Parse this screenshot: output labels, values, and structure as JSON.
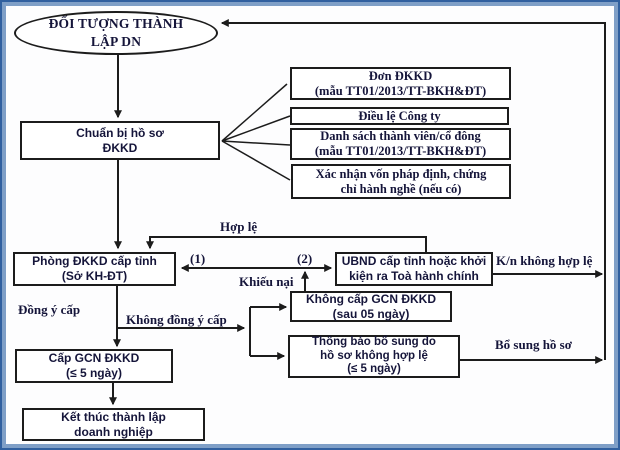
{
  "title": "Sơ đồ quy trình thành lập doanh nghiệp",
  "nodes": {
    "start": {
      "lines": [
        "ĐỐI TƯỢNG THÀNH",
        "LẬP DN"
      ]
    },
    "prepare": {
      "lines": [
        "Chuẩn bị hồ sơ",
        "ĐKKD"
      ]
    },
    "doc_don": {
      "lines": [
        "Đơn ĐKKD",
        "(mẫu TT01/2013/TT-BKH&ĐT)"
      ]
    },
    "doc_dieule": {
      "lines": [
        "Điều lệ Công ty"
      ]
    },
    "doc_danhsach": {
      "lines": [
        "Danh sách thành viên/cổ đông",
        "(mẫu TT01/2013/TT-BKH&ĐT)"
      ]
    },
    "doc_xacnhan": {
      "lines": [
        "Xác nhận vốn pháp định, chứng",
        "chỉ hành nghề (nếu có)"
      ]
    },
    "phong": {
      "lines": [
        "Phòng ĐKKD cấp tỉnh",
        "(Sở KH-ĐT)"
      ]
    },
    "ubnd": {
      "lines": [
        "UBND cấp tỉnh hoặc khởi",
        "kiện ra Toà hành chính"
      ]
    },
    "khong_cap": {
      "lines": [
        "Không cấp GCN ĐKKD",
        "(sau 05 ngày)"
      ]
    },
    "thong_bao": {
      "lines": [
        "Thông báo bổ sung do",
        "hồ sơ không hợp lệ",
        "(≤ 5 ngày)"
      ]
    },
    "cap_gcn": {
      "lines": [
        "Cấp GCN ĐKKD",
        "(≤ 5 ngày)"
      ]
    },
    "ket_thuc": {
      "lines": [
        "Kết thúc thành lập",
        "doanh nghiệp"
      ]
    }
  },
  "edge_labels": {
    "hop_le": "Hợp lệ",
    "marker_1": "(1)",
    "marker_2": "(2)",
    "khieu_nai": "Khiếu nại",
    "kn_khong_hop_le": "K/n không hợp lệ",
    "dong_y_cap": "Đồng ý cấp",
    "khong_dong_y_cap": "Không đồng ý cấp",
    "bo_sung_ho_so": "Bổ sung hồ sơ"
  },
  "colors": {
    "line": "#1c1c1c",
    "text": "#15153a",
    "frame_outer": "#31609f",
    "frame_inner": "#7f9fc7",
    "background": "#fdfdfe"
  }
}
